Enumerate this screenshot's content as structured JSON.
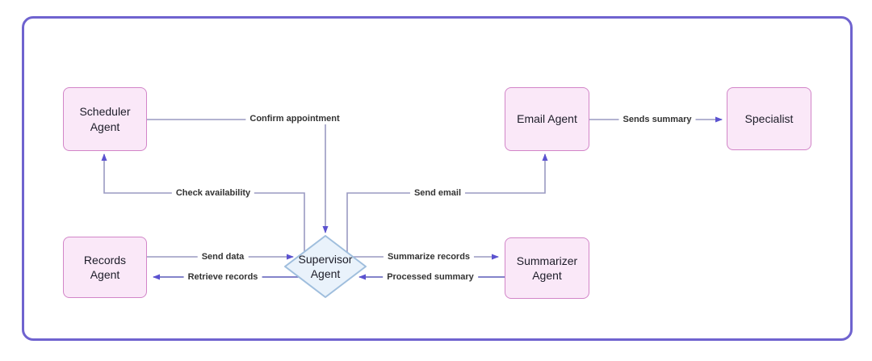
{
  "diagram": {
    "type": "flowchart",
    "colors": {
      "frame_border": "#6f63cf",
      "node_fill": "#fae8f8",
      "node_border": "#d285c8",
      "diamond_fill": "#e9f2fb",
      "diamond_border": "#9fbedd",
      "edge_line_light": "#9a9ac2",
      "edge_line_dark": "#5a5ab8",
      "arrowhead": "#5b52d0",
      "label_text": "#333333",
      "node_text": "#1c1c28"
    },
    "nodes": {
      "scheduler": {
        "label": "Scheduler Agent",
        "shape": "rectangle"
      },
      "email": {
        "label": "Email Agent",
        "shape": "rectangle"
      },
      "specialist": {
        "label": "Specialist",
        "shape": "rectangle"
      },
      "records": {
        "label": "Records Agent",
        "shape": "rectangle"
      },
      "summarizer": {
        "label": "Summarizer Agent",
        "shape": "rectangle"
      },
      "supervisor": {
        "label": "Supervisor Agent",
        "shape": "diamond"
      }
    },
    "edges": {
      "confirm_appointment": {
        "label": "Confirm appointment",
        "from": "Scheduler Agent",
        "to": "Supervisor Agent"
      },
      "check_availability": {
        "label": "Check availability",
        "from": "Supervisor Agent",
        "to": "Scheduler Agent"
      },
      "send_email": {
        "label": "Send email",
        "from": "Supervisor Agent",
        "to": "Email Agent"
      },
      "sends_summary": {
        "label": "Sends summary",
        "from": "Email Agent",
        "to": "Specialist"
      },
      "send_data": {
        "label": "Send data",
        "from": "Records Agent",
        "to": "Supervisor Agent"
      },
      "retrieve_records": {
        "label": "Retrieve records",
        "from": "Supervisor Agent",
        "to": "Records Agent"
      },
      "summarize_records": {
        "label": "Summarize records",
        "from": "Supervisor Agent",
        "to": "Summarizer Agent"
      },
      "processed_summary": {
        "label": "Processed summary",
        "from": "Summarizer Agent",
        "to": "Supervisor Agent"
      }
    }
  }
}
